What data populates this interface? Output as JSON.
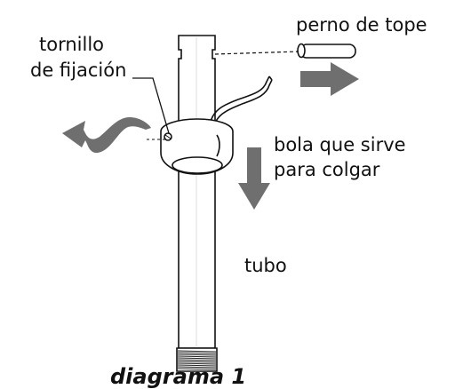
{
  "labels": {
    "tornillo_line1": "tornillo",
    "tornillo_line2": "de fijación",
    "perno": "perno de tope",
    "bola_line1": "bola que sirve",
    "bola_line2": "para colgar",
    "tubo": "tubo"
  },
  "caption": "diagrama 1",
  "colors": {
    "line": "#111111",
    "arrow": "#6f6f6f",
    "background": "#ffffff"
  }
}
